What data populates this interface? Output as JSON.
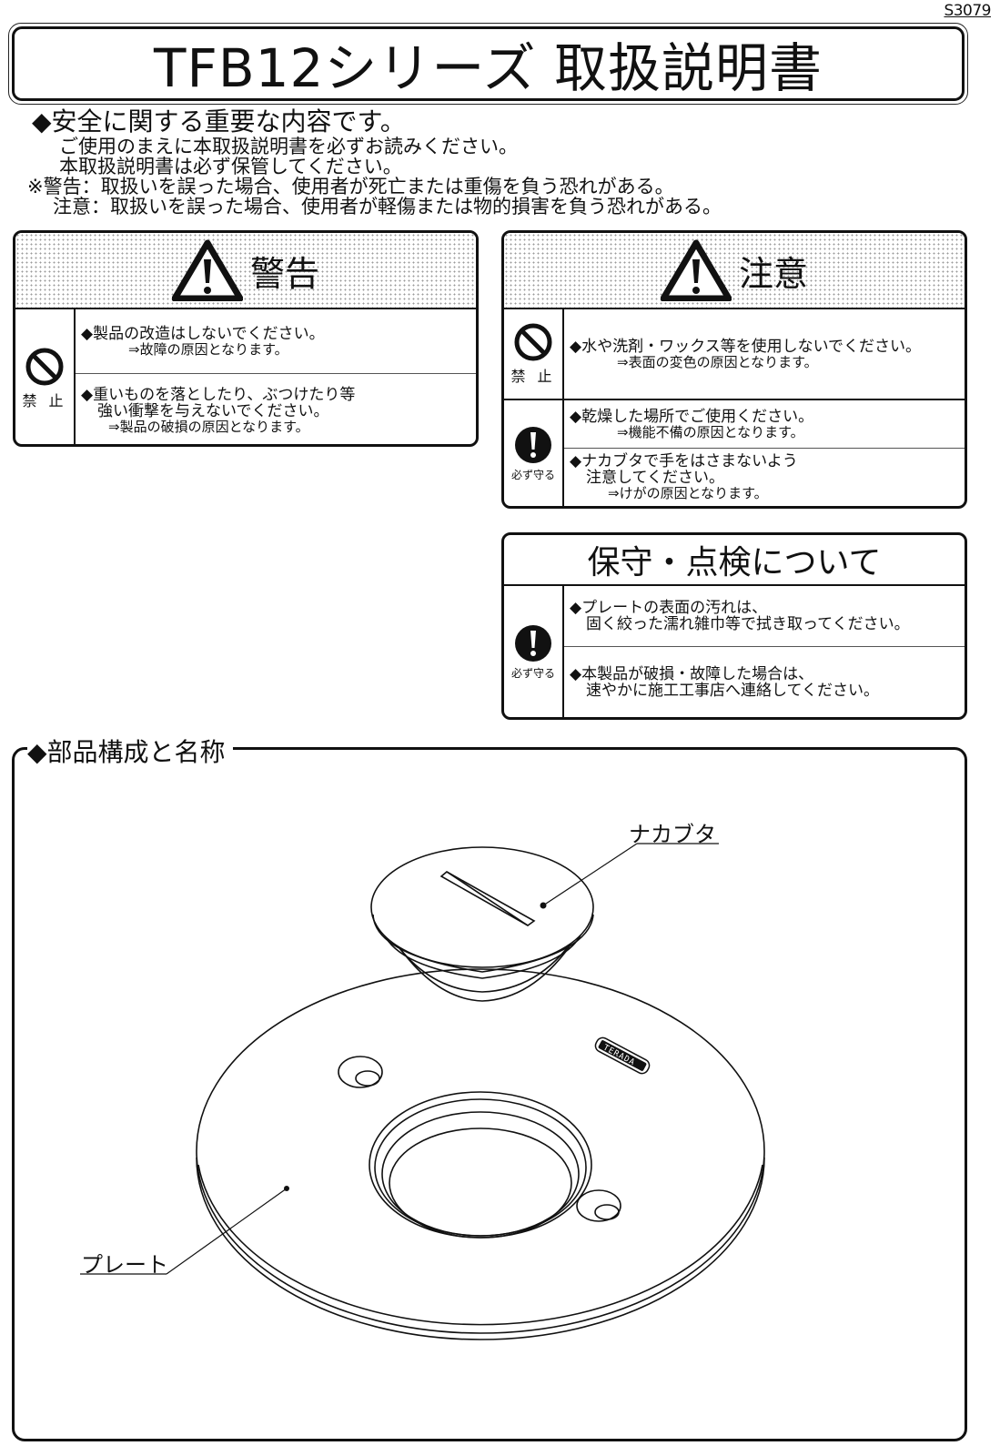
{
  "doc_code": "S3079",
  "title": "TFB12シリーズ 取扱説明書",
  "safety_notice": {
    "heading": "◆安全に関する重要な内容です。",
    "lines": [
      "ご使用のまえに本取扱説明書を必ずお読みください。",
      "本取扱説明書は必ず保管してください。"
    ],
    "warning_definition": "※警告：取扱いを誤った場合、使用者が死亡または重傷を負う恐れがある。",
    "caution_definition": "注意：取扱いを誤った場合、使用者が軽傷または物的損害を負う恐れがある。"
  },
  "warning_box": {
    "title": "警告",
    "icon": "warning-triangle-icon",
    "rows": [
      {
        "icon": "prohibited-icon",
        "icon_caption": "禁 止",
        "items": [
          {
            "lines": [
              "◆製品の改造はしないでください。"
            ],
            "result": "⇒故障の原因となります。"
          },
          {
            "lines": [
              "◆重いものを落としたり、ぶつけたり等",
              "強い衝撃を与えないでください。"
            ],
            "result": "⇒製品の破損の原因となります。"
          }
        ]
      }
    ]
  },
  "caution_box": {
    "title": "注意",
    "icon": "warning-triangle-icon",
    "rows": [
      {
        "icon": "prohibited-icon",
        "icon_caption": "禁 止",
        "items": [
          {
            "lines": [
              "◆水や洗剤・ワックス等を使用しないでください。"
            ],
            "result": "⇒表面の変色の原因となります。"
          }
        ]
      },
      {
        "icon": "mandatory-icon",
        "icon_caption": "必ず守る",
        "items": [
          {
            "lines": [
              "◆乾燥した場所でご使用ください。"
            ],
            "result": "⇒機能不備の原因となります。"
          },
          {
            "lines": [
              "◆ナカブタで手をはさまないよう",
              "注意してください。"
            ],
            "result": "⇒けがの原因となります。"
          }
        ]
      }
    ]
  },
  "maintenance_box": {
    "title": "保守・点検について",
    "rows": [
      {
        "icon": "mandatory-icon",
        "icon_caption": "必ず守る",
        "items": [
          {
            "lines": [
              "◆プレートの表面の汚れは、",
              "固く絞った濡れ雑巾等で拭き取ってください。"
            ]
          },
          {
            "lines": [
              "◆本製品が破損・故障した場合は、",
              "速やかに施工工事店へ連絡してください。"
            ]
          }
        ]
      }
    ]
  },
  "parts": {
    "heading": "◆部品構成と名称",
    "labels": {
      "inner_cap": "ナカブタ",
      "plate": "プレート"
    },
    "brand_mark": "TERADA"
  },
  "colors": {
    "ink": "#111111",
    "dot_pattern": "#9a9a9a",
    "background": "#ffffff"
  }
}
